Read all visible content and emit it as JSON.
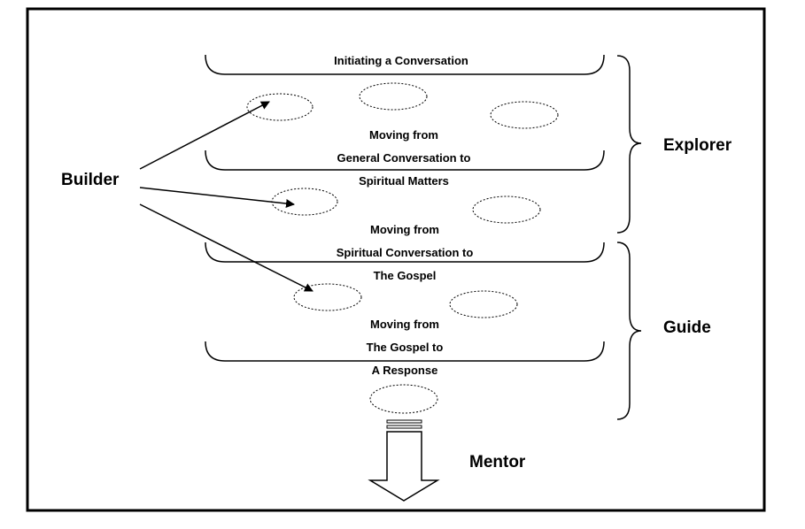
{
  "funnel": {
    "stage1": {
      "title": "Initiating a Conversation"
    },
    "stage2": {
      "line1": "Moving from",
      "line2": "General Conversation to",
      "line3": "Spiritual Matters"
    },
    "stage3": {
      "line1": "Moving from",
      "line2": "Spiritual Conversation to",
      "line3": "The Gospel"
    },
    "stage4": {
      "line1": "Moving from",
      "line2": "The Gospel to",
      "line3": "A Response"
    }
  },
  "roles": {
    "builder": "Builder",
    "explorer": "Explorer",
    "guide": "Guide",
    "mentor": "Mentor"
  }
}
